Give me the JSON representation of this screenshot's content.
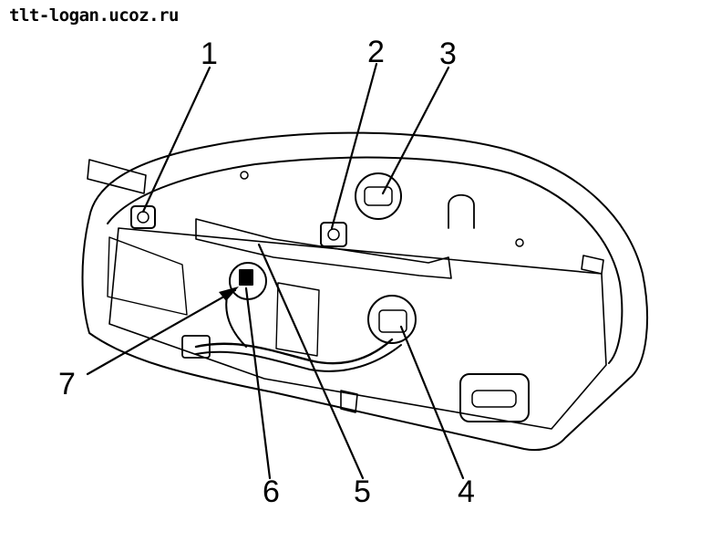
{
  "watermark": "tlt-logan.ucoz.ru",
  "callouts": {
    "c1": "1",
    "c2": "2",
    "c3": "3",
    "c4": "4",
    "c5": "5",
    "c6": "6",
    "c7": "7"
  }
}
